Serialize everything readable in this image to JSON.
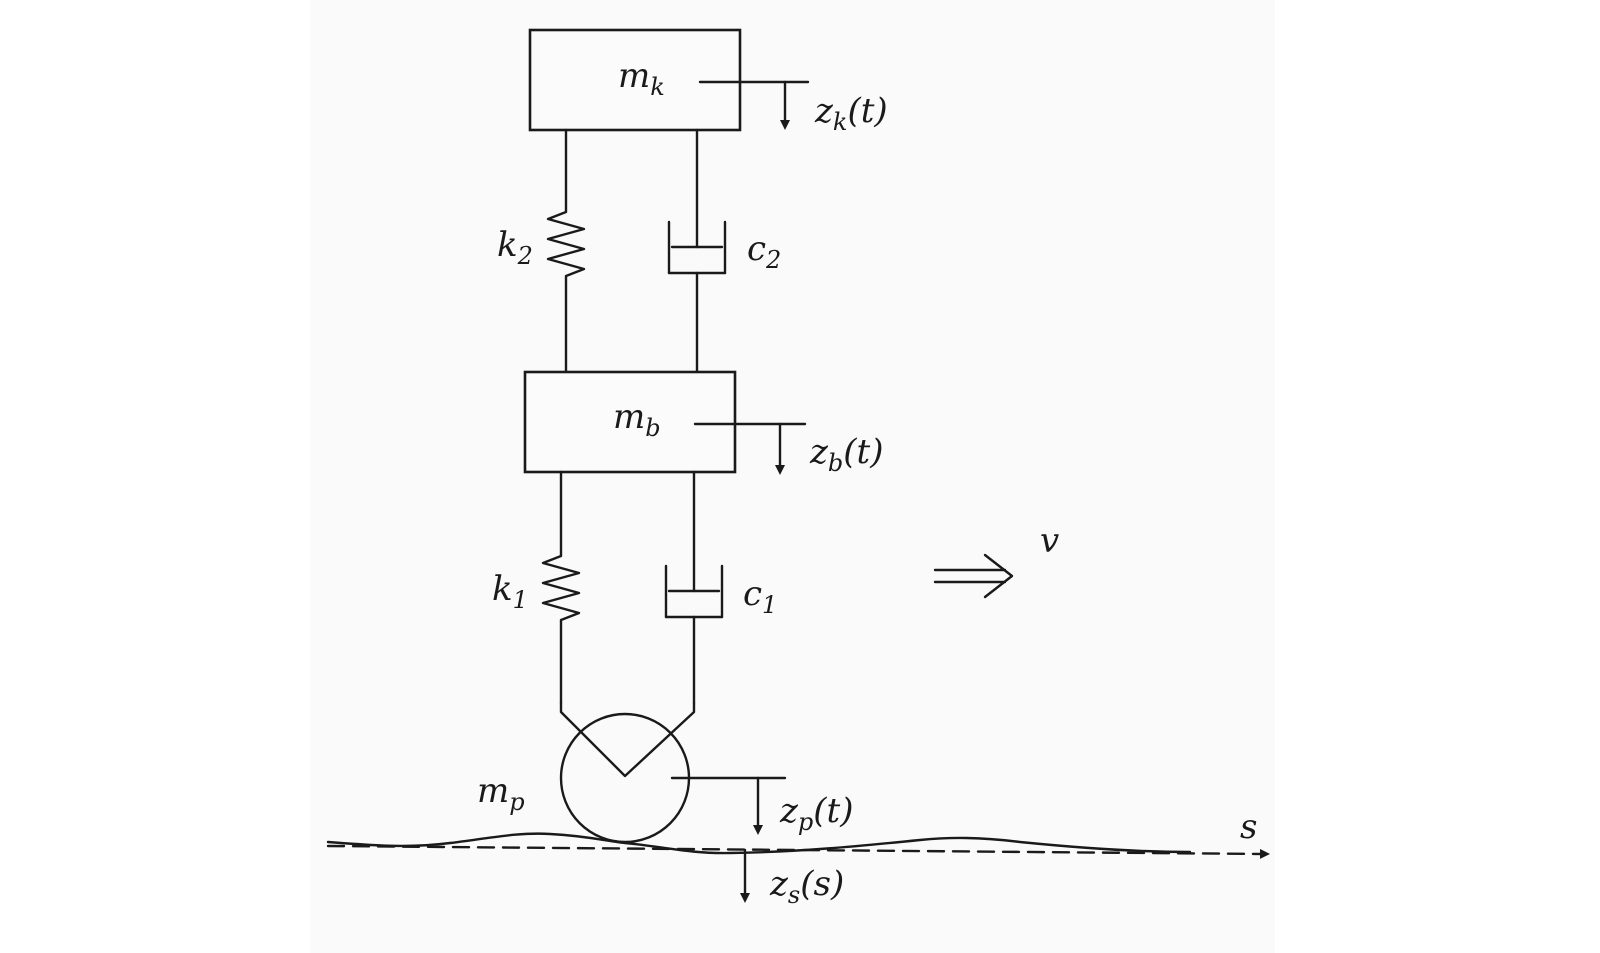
{
  "labels": {
    "mk": {
      "main": "m",
      "sub": "k"
    },
    "mb": {
      "main": "m",
      "sub": "b"
    },
    "mp": {
      "main": "m",
      "sub": "p"
    },
    "k2": {
      "main": "k",
      "sub": "2"
    },
    "c2": {
      "main": "c",
      "sub": "2"
    },
    "k1": {
      "main": "k",
      "sub": "1"
    },
    "c1": {
      "main": "c",
      "sub": "1"
    },
    "zk": {
      "main": "z",
      "sub": "k",
      "arg": "(t)"
    },
    "zb": {
      "main": "z",
      "sub": "b",
      "arg": "(t)"
    },
    "zp": {
      "main": "z",
      "sub": "p",
      "arg": "(t)"
    },
    "zs": {
      "main": "z",
      "sub": "s",
      "arg": "(s)"
    },
    "v": "v",
    "s": "s"
  }
}
